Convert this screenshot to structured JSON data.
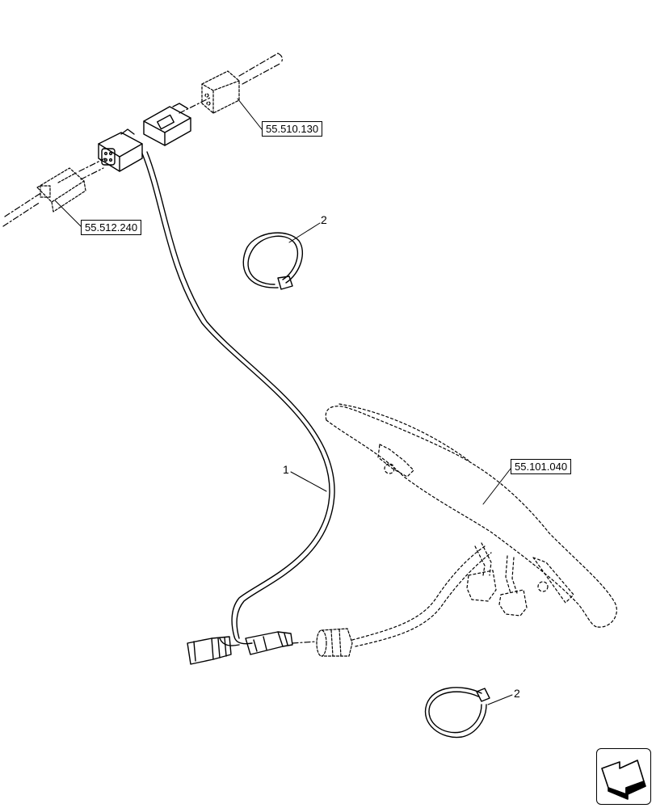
{
  "references": {
    "ref_top": "55.510.130",
    "ref_left": "55.512.240",
    "ref_right": "55.101.040"
  },
  "callouts": {
    "harness": "1",
    "tie_upper": "2",
    "tie_lower": "2"
  },
  "icons": {
    "nav": "next-page-arrow-icon"
  }
}
